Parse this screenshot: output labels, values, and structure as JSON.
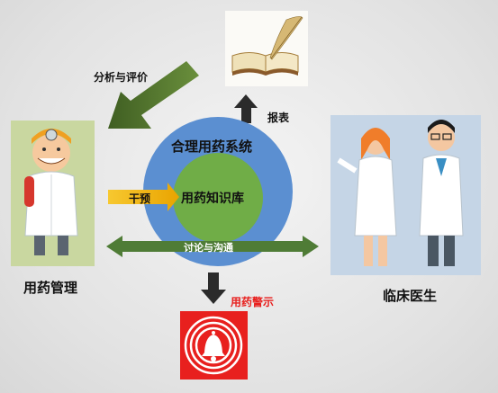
{
  "labels": {
    "analysis": "分析与评价",
    "report": "报表",
    "system": "合理用药系统",
    "knowledge": "用药知识库",
    "intervention": "干预",
    "discussion": "讨论与沟通",
    "warning": "用药警示",
    "pharmacy": "用药管理",
    "doctors": "临床医生"
  },
  "colors": {
    "outer_circle": "#5b8fd1",
    "inner_circle": "#70ad47",
    "analysis_arrow": "#4a6b2a",
    "discussion_arrow": "#4f7c36",
    "intervention_arrow": "#f2b70f",
    "report_arrow": "#2b2b2b",
    "warning_arrow": "#2b2b2b",
    "warning_text": "#e8201e",
    "warning_icon_bg": "#e8201e"
  },
  "icons": {
    "report": "open-book-quill-icon",
    "pharmacy": "pharmacist-icon",
    "doctors": "doctors-icon",
    "warning": "alarm-bell-icon"
  }
}
